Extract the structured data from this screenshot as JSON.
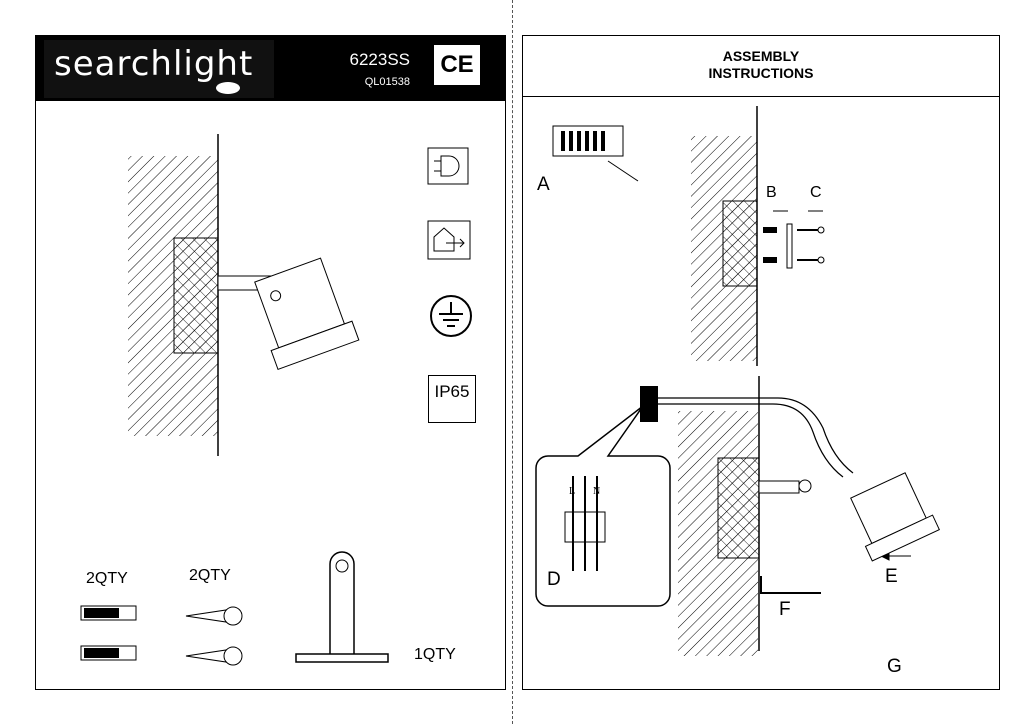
{
  "left_panel": {
    "brand": "searchlight",
    "model": "6223SS",
    "code": "QL01538",
    "ce_mark": "CE",
    "symbols": [
      "class-ii-plug-icon",
      "indoor-use-icon",
      "earth-ground-icon"
    ],
    "ip_rating": "IP65",
    "parts": [
      {
        "qty": "2QTY",
        "item": "wall-plug"
      },
      {
        "qty": "2QTY",
        "item": "screw"
      },
      {
        "qty": "1QTY",
        "item": "mounting-bracket"
      }
    ]
  },
  "right_panel": {
    "title_line1": "ASSEMBLY",
    "title_line2": "INSTRUCTIONS",
    "steps": {
      "a": "A",
      "b": "B",
      "c": "C",
      "d": "D",
      "e": "E",
      "f": "F",
      "g": "G"
    },
    "terminal_labels": {
      "live": "L",
      "neutral": "N"
    }
  }
}
